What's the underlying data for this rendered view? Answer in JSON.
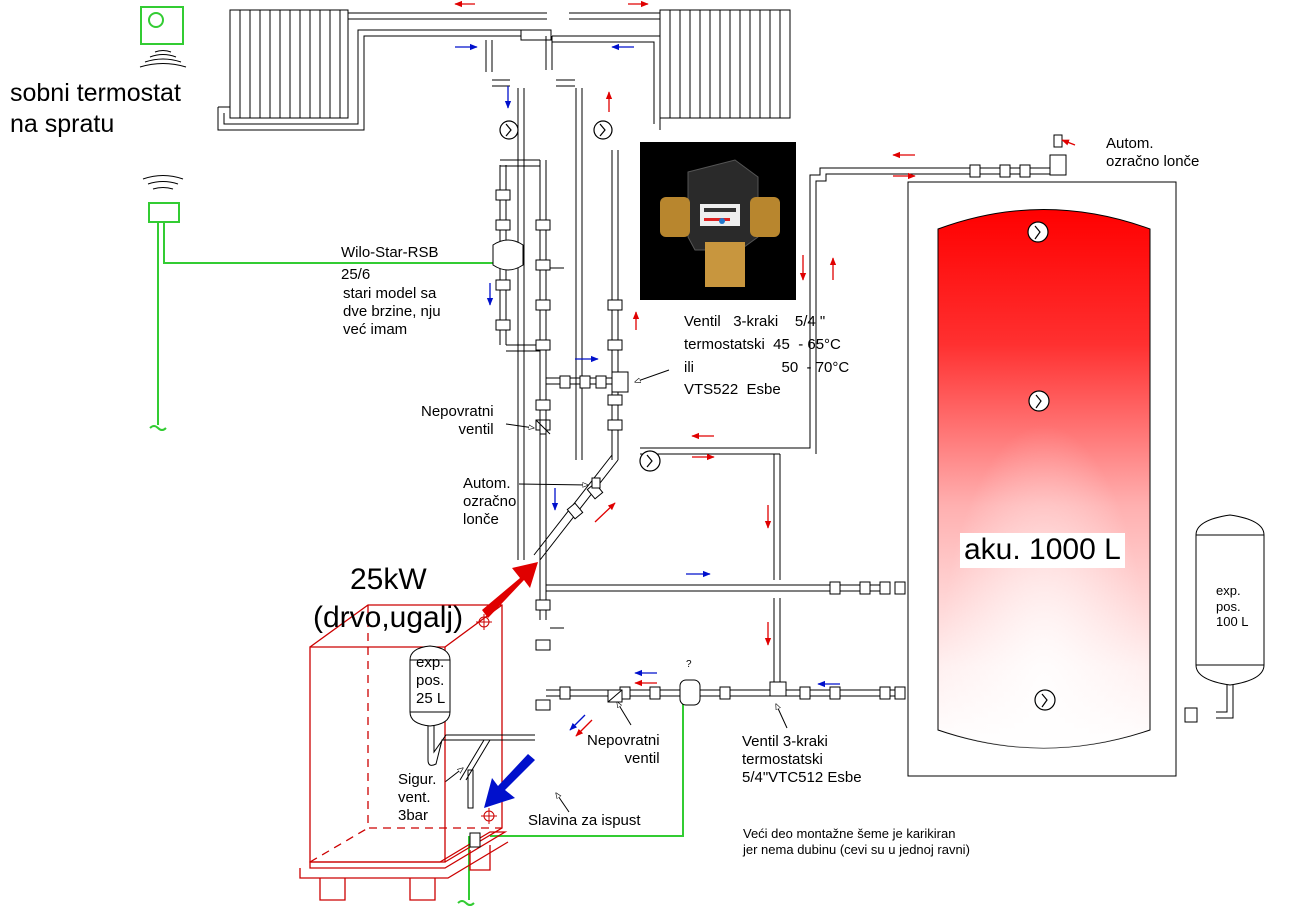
{
  "title": "Shema povezivanja kotla na čvrsto gorivo sa akumulacionim bojlerom",
  "colors": {
    "hot_flow": "#e00000",
    "cold_flow": "#0010cc",
    "electrical": "#33cc33",
    "boiler_outline": "#cc0000",
    "pipe": "#000000",
    "tank_top": "#ff0000",
    "tank_bottom": "#ffffff"
  },
  "labels": {
    "room_thermostat": "sobni termostat\nna spratu",
    "pump_model": "Wilo-Star-RSB",
    "pump_size": "25/6",
    "pump_note": "stari model sa\ndve brzine, nju\nveć imam",
    "mixing_valve": {
      "line1": "Ventil   3-kraki    5/4 \"",
      "line2": "termostatski  45  - 65°C",
      "line3": "ili                     50  - 70°C",
      "line4": "VTS522  Esbe"
    },
    "air_vent_top": "Autom.\nozračno lonče",
    "air_vent_mid": "Autom.\nozračno\nlonče",
    "check_valve_upper": "Nepovratni\nventil",
    "check_valve_lower": "Nepovratni\nventil",
    "boiler_power": "25kW",
    "boiler_fuel": "(drvo,ugalj)",
    "exp_small": "exp.\npos.\n25 L",
    "exp_large": "exp.\npos.\n100 L",
    "safety_valve": "Sigur.\nvent.\n3bar",
    "drain_tap": "Slavina za ispust",
    "return_valve": "Ventil 3-kraki\ntermostatski\n5/4\"VTC512 Esbe",
    "tank": "aku.  1000 L",
    "question_mark": "?",
    "footnote": "Veći deo montažne šeme je karikiran\njer nema dubinu (cevi su u jednoj ravni)"
  },
  "icons": {
    "thermostat_top": "room-thermostat-icon",
    "thermostat_receiver": "thermostat-receiver-icon",
    "wireless_signal": "wireless-signal-icon",
    "radiator": "radiator-icon",
    "pump": "circulation-pump-icon",
    "valve_photo": "esbe-valve-photo",
    "tank": "buffer-tank-icon",
    "expansion_vessel": "expansion-vessel-icon",
    "boiler": "boiler-icon"
  }
}
